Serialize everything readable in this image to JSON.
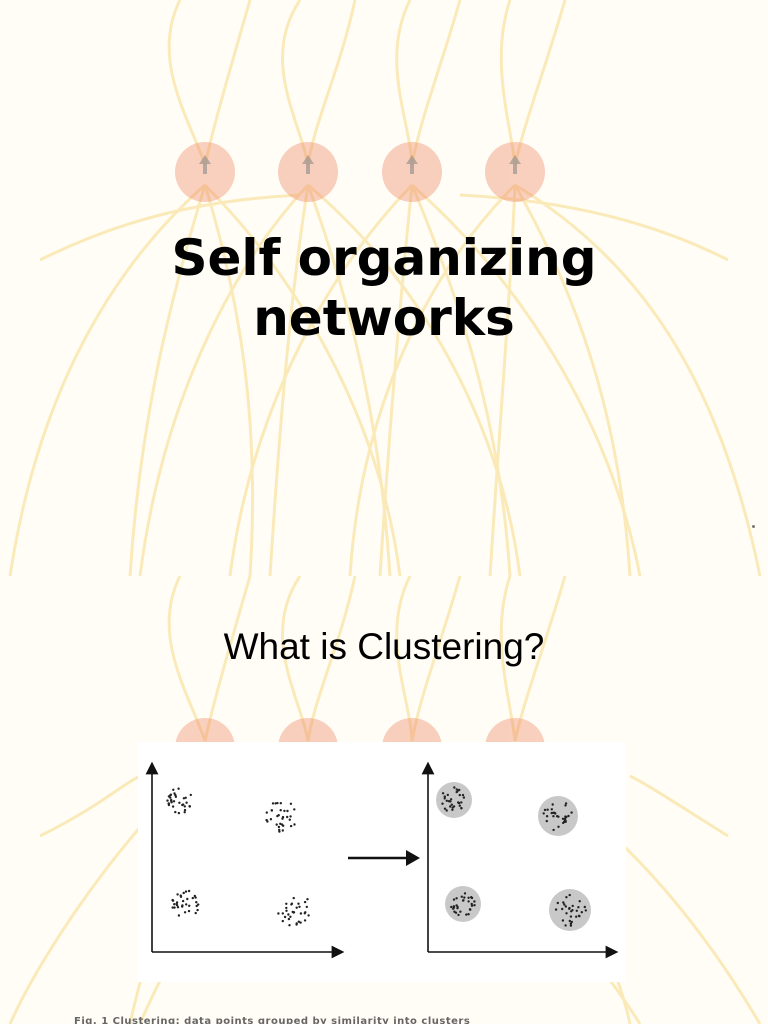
{
  "slides": [
    {
      "title_line1": "Self organizing",
      "title_line2": "networks",
      "background_icon": "neural-network-background"
    },
    {
      "heading": "What is Clustering?",
      "figure": {
        "left_plot": "unclustered-points",
        "right_plot": "clustered-points",
        "arrow": "arrow-right-icon",
        "cluster_fill_color": "#c8c8c8"
      },
      "caption_partial": "Fig. 1 Clustering: data points grouped by similarity into clusters"
    }
  ],
  "colors": {
    "network_lines": "#f3c53a",
    "neuron_fill": "#f08a6a",
    "background": "#fffdf6"
  }
}
